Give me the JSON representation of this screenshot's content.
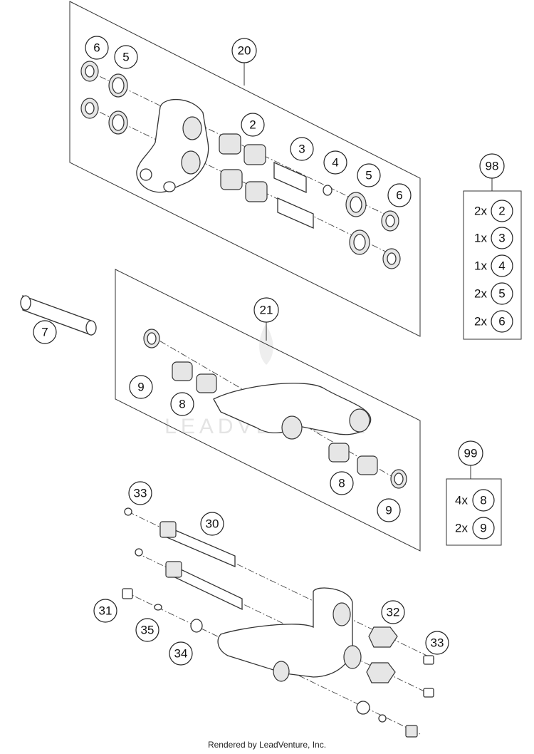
{
  "watermark": "LEADVENTURE",
  "footer": "Rendered by LeadVenture, Inc.",
  "callouts": {
    "p20": "20",
    "p21": "21",
    "p98": "98",
    "p99": "99",
    "g20_6a": "6",
    "g20_5a": "5",
    "g20_2": "2",
    "g20_3": "3",
    "g20_4": "4",
    "g20_5b": "5",
    "g20_6b": "6",
    "p7": "7",
    "g21_9a": "9",
    "g21_8a": "8",
    "g21_8b": "8",
    "g21_9b": "9",
    "p33a": "33",
    "p30": "30",
    "p31": "31",
    "p35": "35",
    "p34": "34",
    "p32": "32",
    "p33b": "33"
  },
  "kit98": {
    "items": [
      {
        "qty": "2x",
        "part": "2"
      },
      {
        "qty": "1x",
        "part": "3"
      },
      {
        "qty": "1x",
        "part": "4"
      },
      {
        "qty": "2x",
        "part": "5"
      },
      {
        "qty": "2x",
        "part": "6"
      }
    ]
  },
  "kit99": {
    "items": [
      {
        "qty": "4x",
        "part": "8"
      },
      {
        "qty": "2x",
        "part": "9"
      }
    ]
  }
}
